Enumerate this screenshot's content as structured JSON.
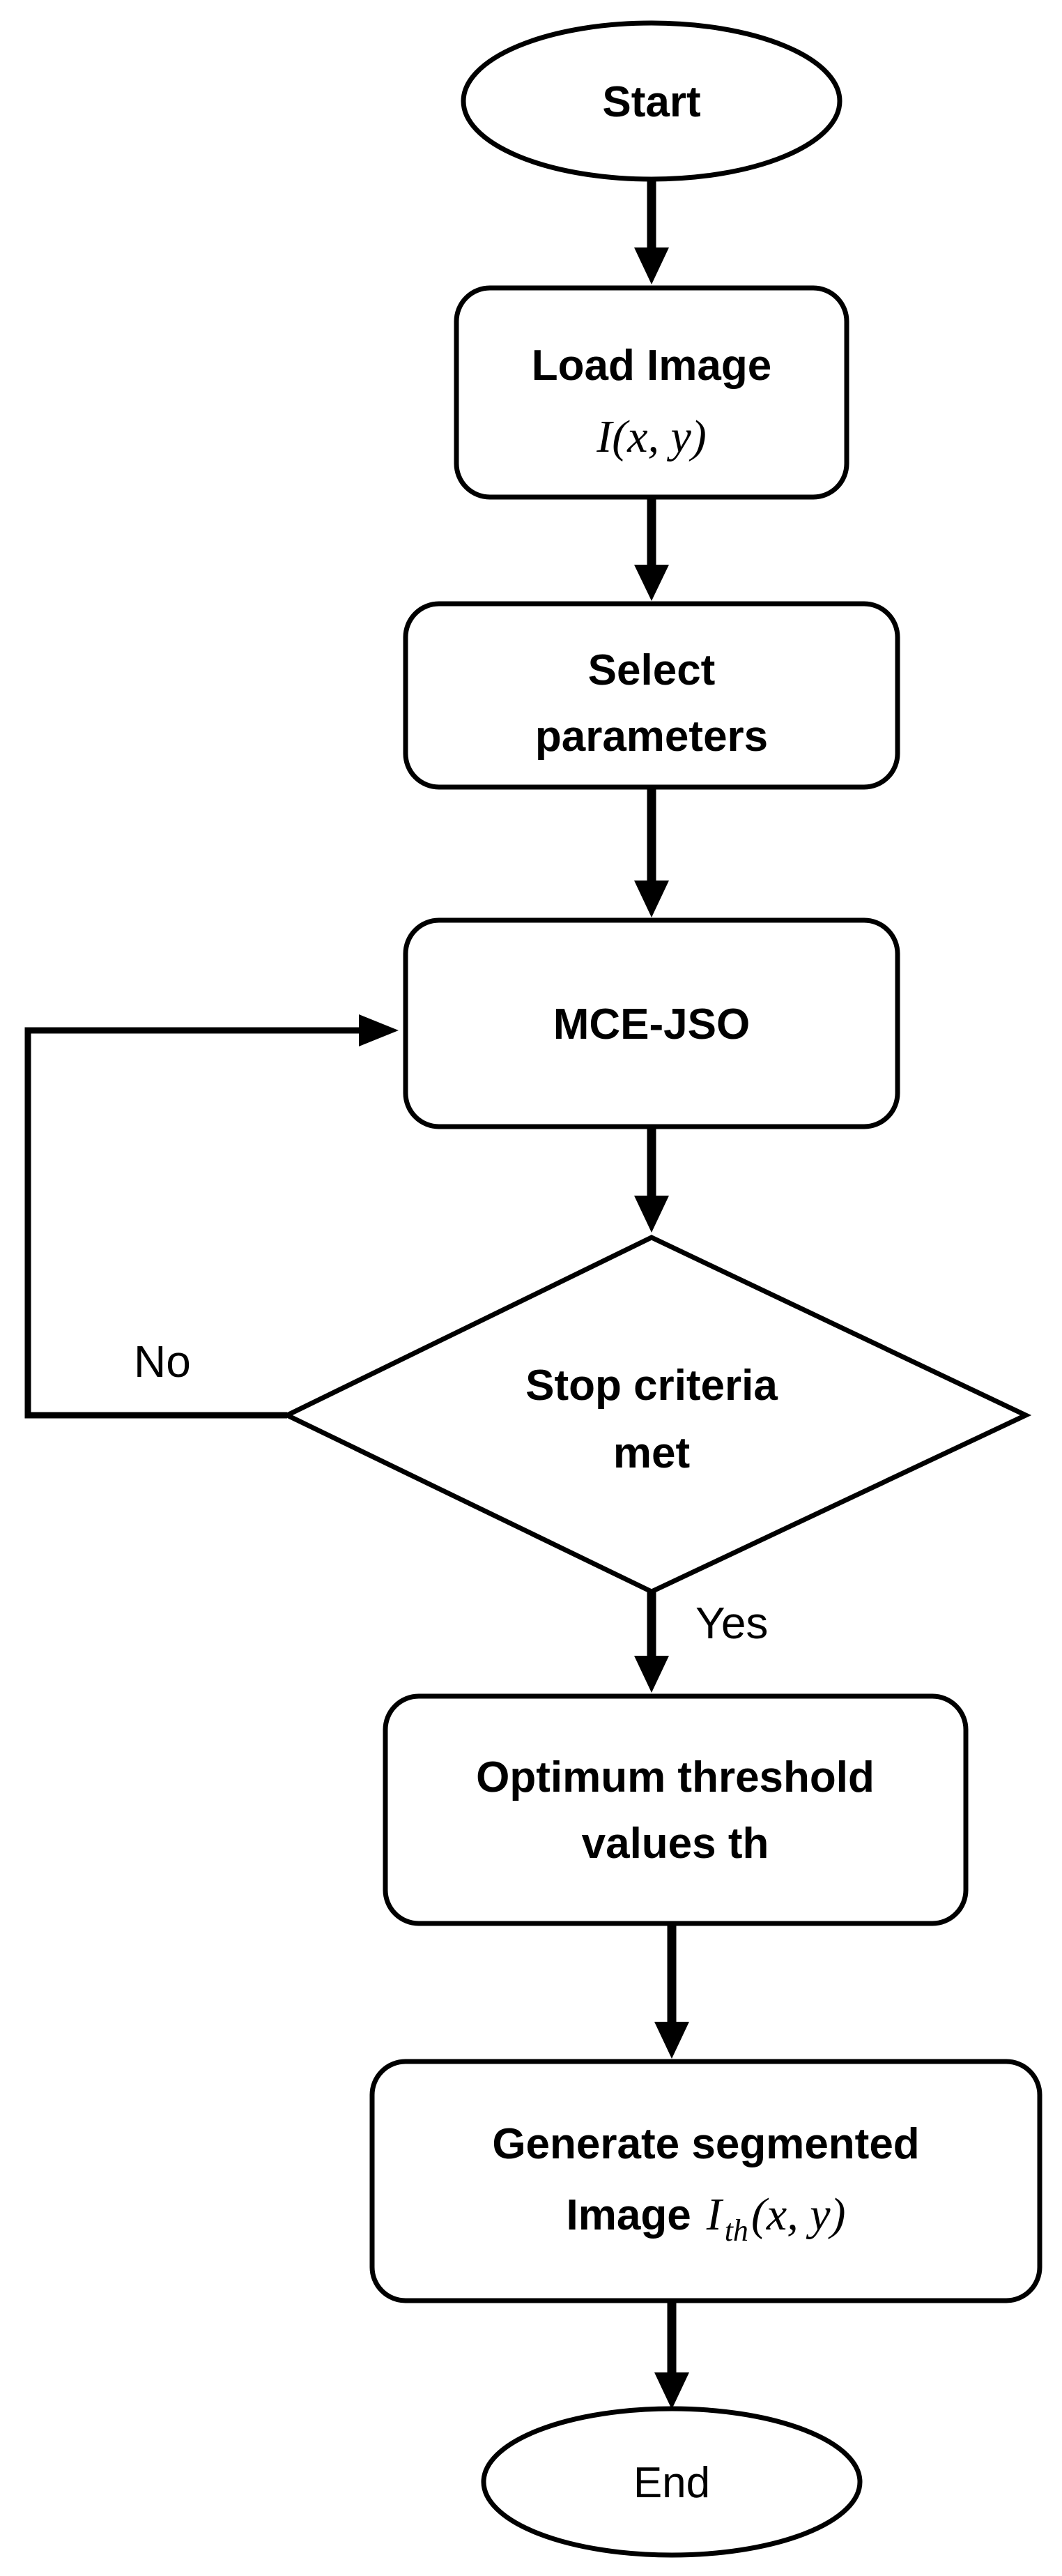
{
  "nodes": {
    "start": {
      "label": "Start"
    },
    "load_image": {
      "label": "Load Image",
      "formula": "I(x, y)"
    },
    "select_parameters": {
      "line1": "Select",
      "line2": "parameters"
    },
    "mce_jso": {
      "label": "MCE-JSO"
    },
    "stop_criteria": {
      "line1": "Stop criteria",
      "line2": "met"
    },
    "optimum_threshold": {
      "line1": "Optimum threshold",
      "line2": "values th"
    },
    "generate_segmented": {
      "line1": "Generate segmented",
      "line2": "Image",
      "formula_base": "I",
      "formula_sub": "th",
      "formula_args": "(x, y)"
    },
    "end": {
      "label": "End"
    }
  },
  "edges": {
    "no_label": "No",
    "yes_label": "Yes"
  }
}
